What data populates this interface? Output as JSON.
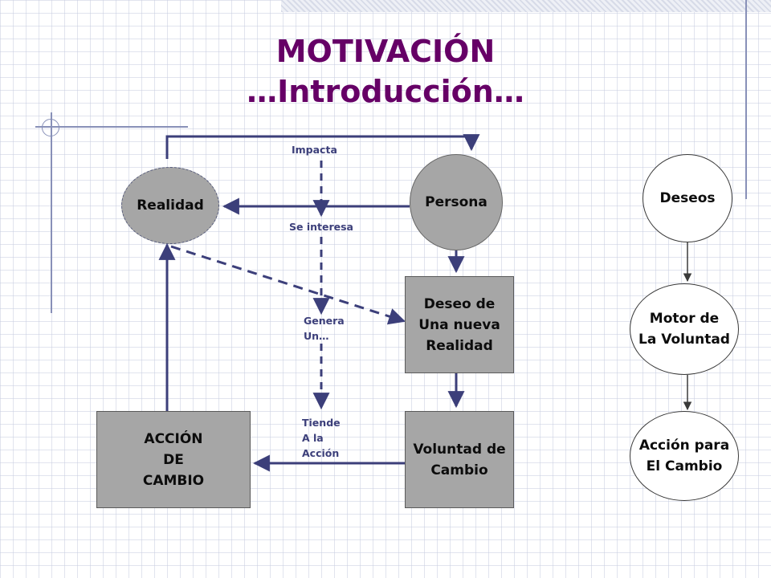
{
  "slide": {
    "title_line1": "MOTIVACIÓN",
    "title_line2": "…Introducción…"
  },
  "diagram": {
    "nodes": {
      "realidad": "Realidad",
      "persona": "Persona",
      "deseo": "Deseo de\nUna nueva\nRealidad",
      "voluntad": "Voluntad de\nCambio",
      "accion": "ACCIÓN\nDE\nCAMBIO"
    },
    "labels": {
      "impacta": "Impacta",
      "se_interesa": "Se interesa",
      "genera": "Genera\nUn…",
      "tiende": "Tiende\nA la\nAcción"
    },
    "sidebar": {
      "deseos": "Deseos",
      "motor": "Motor de\nLa Voluntad",
      "accion_cambio": "Acción para\nEl Cambio"
    }
  },
  "colors": {
    "title": "#660066",
    "arrow": "#3c3f7a",
    "node_fill": "#a6a6a6",
    "label_text": "#3c3f7a"
  }
}
